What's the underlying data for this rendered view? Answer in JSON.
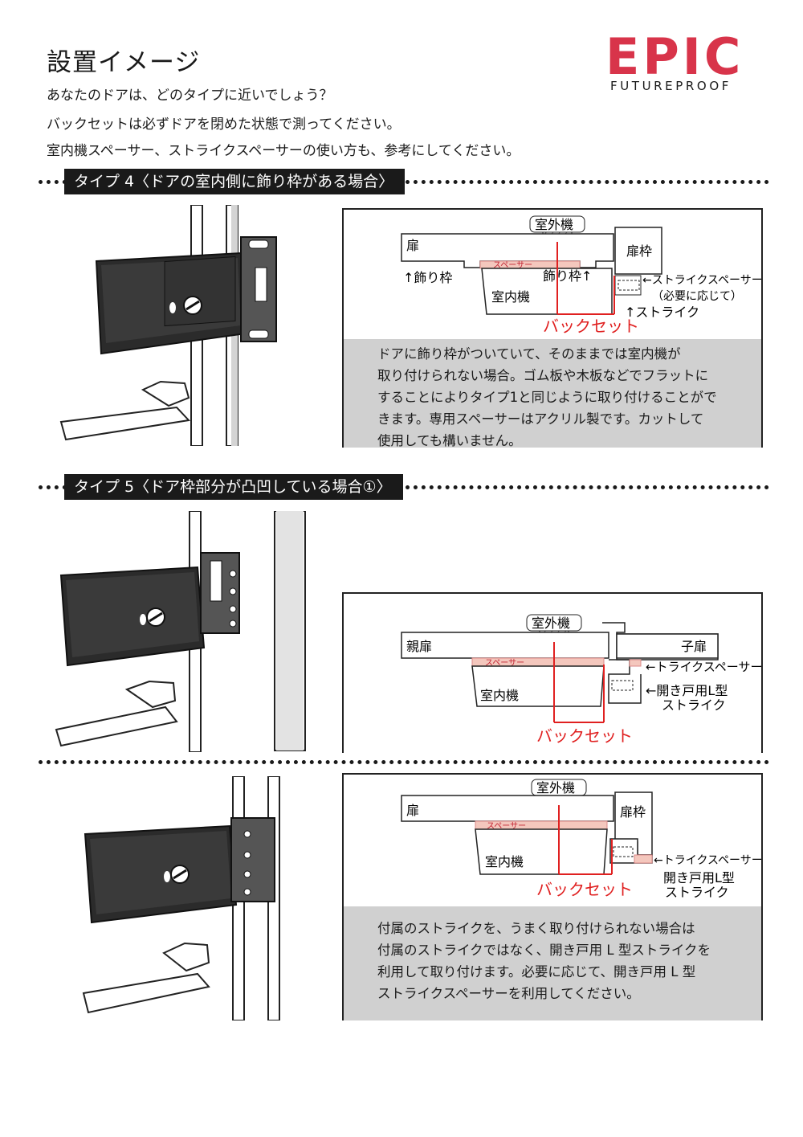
{
  "header": {
    "title": "設置イメージ",
    "lines": [
      "あなたのドアは、どのタイプに近いでしょう？",
      "バックセットは必ずドアを閉めた状態で測ってください。",
      "室内機スペーサー、ストライクスペーサーの使い方も、参考にしてください。"
    ],
    "logo_main": "EPIC",
    "logo_sub": "FUTUREPROOF"
  },
  "sections": [
    {
      "tag": "タイプ 4〈ドアの室内側に飾り枠がある場合〉",
      "diagram": {
        "outdoor_unit": "室外機",
        "door": "扉",
        "door_frame": "扉枠",
        "spacer": "スペーサー",
        "trim_left": "↑飾り枠",
        "trim_right": "飾り枠↑",
        "indoor_unit": "室内機",
        "strike_spacer": "←ストライクスペーサー",
        "strike_spacer_note": "（必要に応じて）",
        "strike": "↑ストライク",
        "backset": "バックセット"
      },
      "note": [
        "ドアに飾り枠がついていて、そのままでは室内機が",
        "取り付けられない場合。ゴム板や木板などでフラットに",
        "することによりタイプ1と同じように取り付けることがで",
        "きます。専用スペーサーはアクリル製です。カットして",
        "使用しても構いません。"
      ]
    },
    {
      "tag": "タイプ 5〈ドア枠部分が凸凹している場合①〉",
      "diagram": {
        "outdoor_unit": "室外機",
        "parent_door": "親扉",
        "child_door": "子扉",
        "spacer": "スペーサー",
        "indoor_unit": "室内機",
        "strike_spacer": "←トライクスペーサー",
        "l_strike_1": "←開き戸用L型",
        "l_strike_2": "ストライク",
        "backset": "バックセット"
      }
    },
    {
      "diagram": {
        "outdoor_unit": "室外機",
        "door": "扉",
        "door_frame": "扉枠",
        "spacer": "スペーサー",
        "indoor_unit": "室内機",
        "strike_spacer": "←トライクスペーサー",
        "l_strike_1": "開き戸用L型",
        "l_strike_2": "ストライク",
        "backset": "バックセット"
      },
      "note": [
        "付属のストライクを、うまく取り付けられない場合は",
        "付属のストライクではなく、開き戸用 L 型ストライクを",
        "利用して取り付けます。必要に応じて、開き戸用 L 型",
        "ストライクスペーサーを利用してください。"
      ]
    }
  ],
  "colors": {
    "brand_red": "#d8344a",
    "dark": "#1a1a1a",
    "note_gray": "#d0d0d0",
    "spacer_pink": "#f4c7bd",
    "backset_red": "#e02020"
  }
}
